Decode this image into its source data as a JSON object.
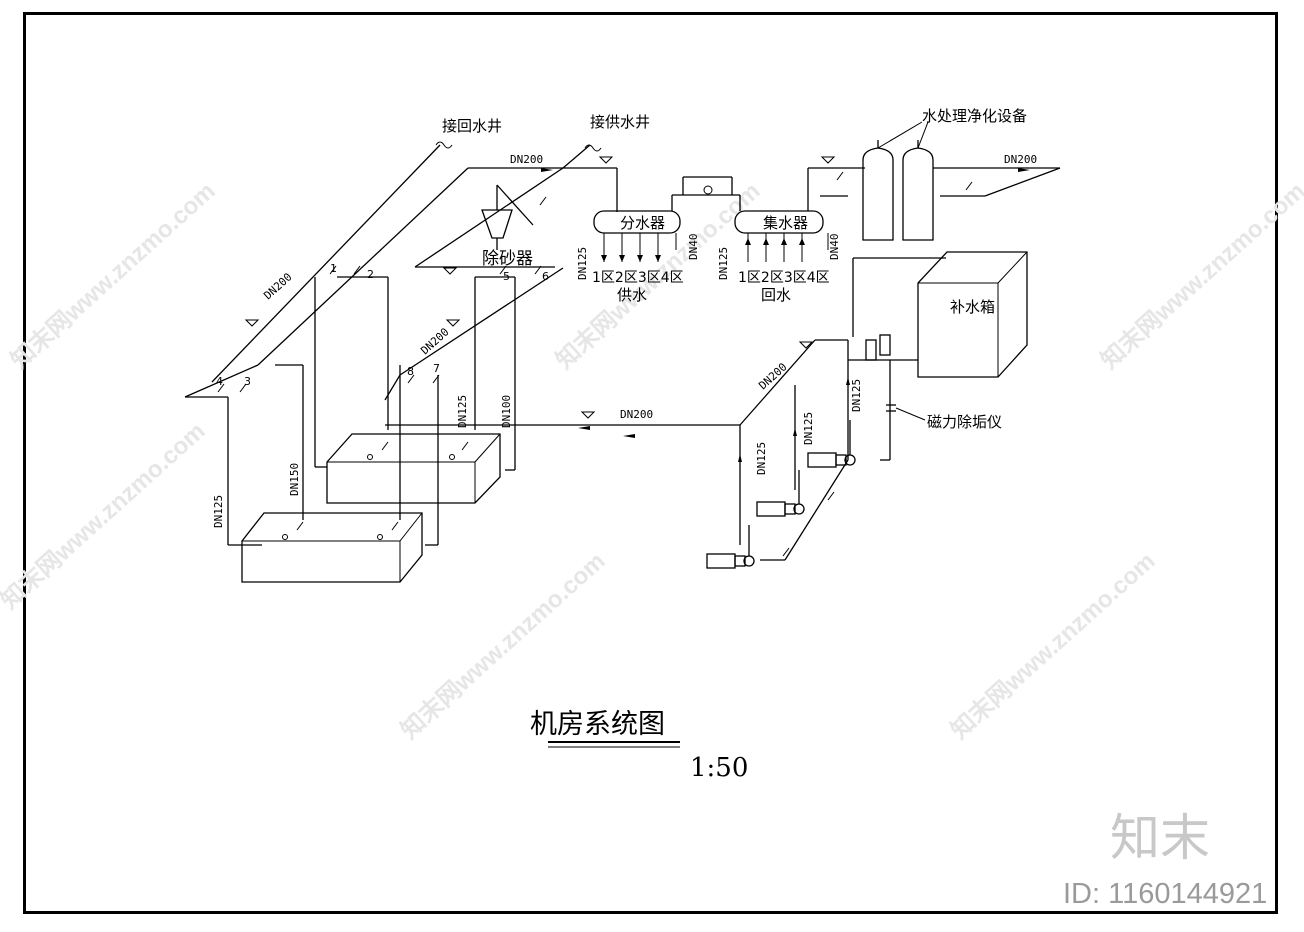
{
  "diagram": {
    "title": "机房系统图",
    "scale": "1:50",
    "labels": {
      "return_well": "接回水井",
      "supply_well": "接供水井",
      "water_treatment": "水处理净化设备",
      "sand_separator": "除砂器",
      "distributor": "分水器",
      "collector": "集水器",
      "makeup_tank": "补水箱",
      "magnetic_descaler": "磁力除垢仪",
      "supply": "供水",
      "return": "回水",
      "supply_zones": "1区2区3区4区",
      "return_zones": "1区2区3区4区"
    },
    "pipe_sizes": {
      "dn200_top": "DN200",
      "dn200_right": "DN200",
      "dn200_diag_left": "DN200",
      "dn200_diag_mid": "DN200",
      "dn200_bottom": "DN200",
      "dn200_pump": "DN200",
      "dn125_sup": "DN125",
      "dn40_sup": "DN40",
      "dn125_ret": "DN125",
      "dn40_ret": "DN40",
      "dn125_a": "DN125",
      "dn100": "DN100",
      "dn150": "DN150",
      "dn125_b": "DN125",
      "dn125_c": "DN125",
      "dn125_d": "DN125",
      "dn125_e": "DN125"
    },
    "valve_numbers": [
      "1",
      "2",
      "3",
      "4",
      "5",
      "6",
      "7",
      "8"
    ]
  },
  "watermark": {
    "logo": "知末",
    "id": "ID: 1160144921",
    "tiled": "知末网www.znzmo.com"
  }
}
